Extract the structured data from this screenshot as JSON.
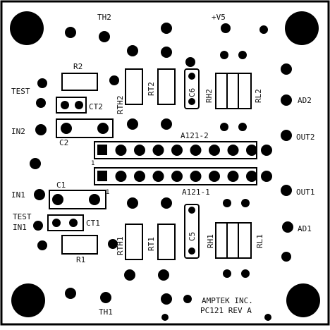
{
  "board": {
    "name": "AMPTEK INC.",
    "revision": "PC121 REV A"
  },
  "connectors": {
    "th2": "TH2",
    "v5": "+V5",
    "test_top": "TEST",
    "in2": "IN2",
    "in1": "IN1",
    "test_in1_a": "TEST",
    "test_in1_b": "IN1",
    "th1": "TH1",
    "ad2": "AD2",
    "out2": "OUT2",
    "out1": "OUT1",
    "ad1": "AD1"
  },
  "components": {
    "r2": "R2",
    "r1": "R1",
    "ct2": "CT2",
    "ct1": "CT1",
    "c2": "C2",
    "c1": "C1",
    "rth2": "RTH2",
    "rt2": "RT2",
    "c6": "C6",
    "rh2": "RH2",
    "rl2": "RL2",
    "rth1": "RTH1",
    "rt1": "RT1",
    "c5": "C5",
    "rh1": "RH1",
    "rl1": "RL1"
  },
  "ics": {
    "a121_2": "A121-2",
    "a121_1": "A121-1",
    "pin1_top": "1",
    "pin1_bottom": "1"
  },
  "colors": {
    "ink": "#000000",
    "paper": "#ffffff"
  }
}
